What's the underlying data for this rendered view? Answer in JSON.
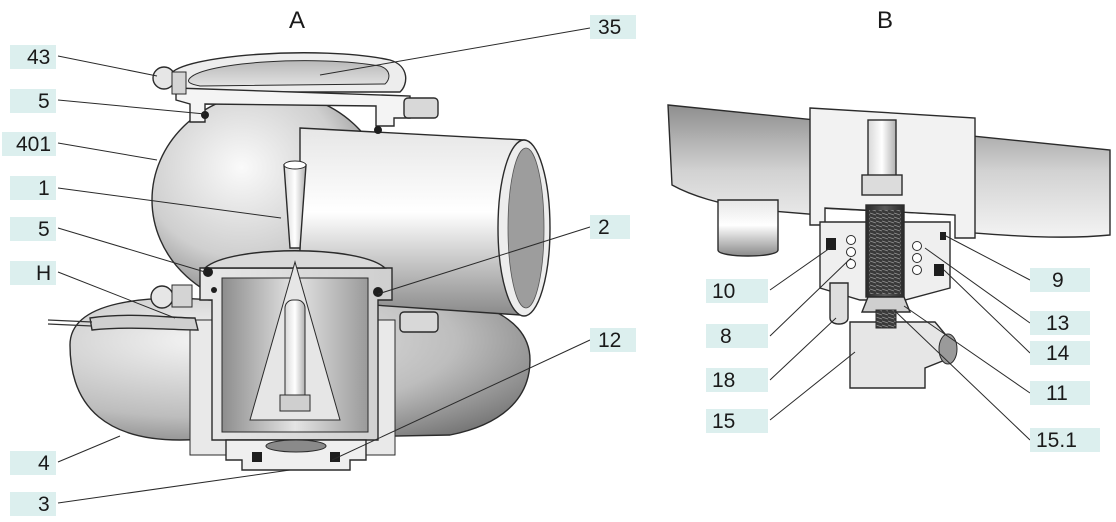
{
  "views": {
    "a": "A",
    "b": "B"
  },
  "labels": {
    "l43": "43",
    "l5top": "5",
    "l401": "401",
    "l1": "1",
    "l5mid": "5",
    "lH": "H",
    "l4": "4",
    "l3": "3",
    "l35": "35",
    "l2": "2",
    "l12": "12",
    "l10": "10",
    "l8": "8",
    "l18": "18",
    "l15": "15",
    "l9": "9",
    "l13": "13",
    "l14": "14",
    "l11": "11",
    "l151": "15.1"
  },
  "colors": {
    "label_box": "#dcefee",
    "body_light": "#f2f2f2",
    "body_dark": "#7a7a7a",
    "seal": "#1e1e1e"
  }
}
